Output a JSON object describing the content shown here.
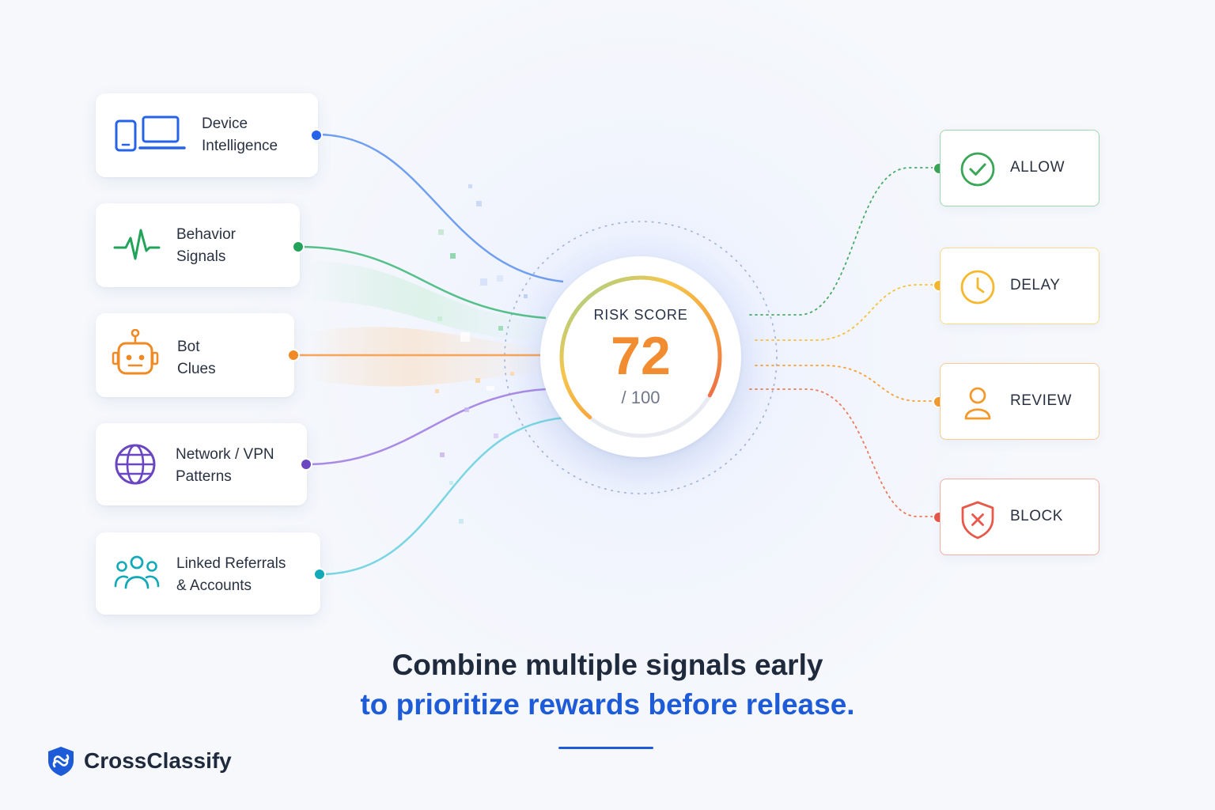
{
  "inputs": [
    {
      "line1": "Device",
      "line2": "Intelligence",
      "icon": "devices-icon",
      "color": "#2563eb"
    },
    {
      "line1": "Behavior",
      "line2": "Signals",
      "icon": "pulse-icon",
      "color": "#22a35a"
    },
    {
      "line1": "Bot",
      "line2": "Clues",
      "icon": "robot-icon",
      "color": "#f08a24"
    },
    {
      "line1": "Network / VPN",
      "line2": "Patterns",
      "icon": "globe-icon",
      "color": "#6b46c1"
    },
    {
      "line1": "Linked Referrals",
      "line2": "& Accounts",
      "icon": "people-icon",
      "color": "#12a9b8"
    }
  ],
  "score": {
    "title": "RISK SCORE",
    "value": "72",
    "max_label": "/ 100",
    "value_numeric": 72,
    "max_numeric": 100,
    "color": "#f28c30"
  },
  "outcomes": [
    {
      "label": "ALLOW",
      "icon": "check-circle-icon",
      "color": "#3aa657"
    },
    {
      "label": "DELAY",
      "icon": "clock-icon",
      "color": "#f5b82e"
    },
    {
      "label": "REVIEW",
      "icon": "person-icon",
      "color": "#f39a2c"
    },
    {
      "label": "BLOCK",
      "icon": "shield-x-icon",
      "color": "#e8584a"
    }
  ],
  "headline": {
    "line1": "Combine multiple signals early",
    "line2": "to prioritize rewards before release."
  },
  "brand": {
    "name": "CrossClassify",
    "icon": "crossclassify-logo-icon",
    "color": "#1d5bd8"
  }
}
